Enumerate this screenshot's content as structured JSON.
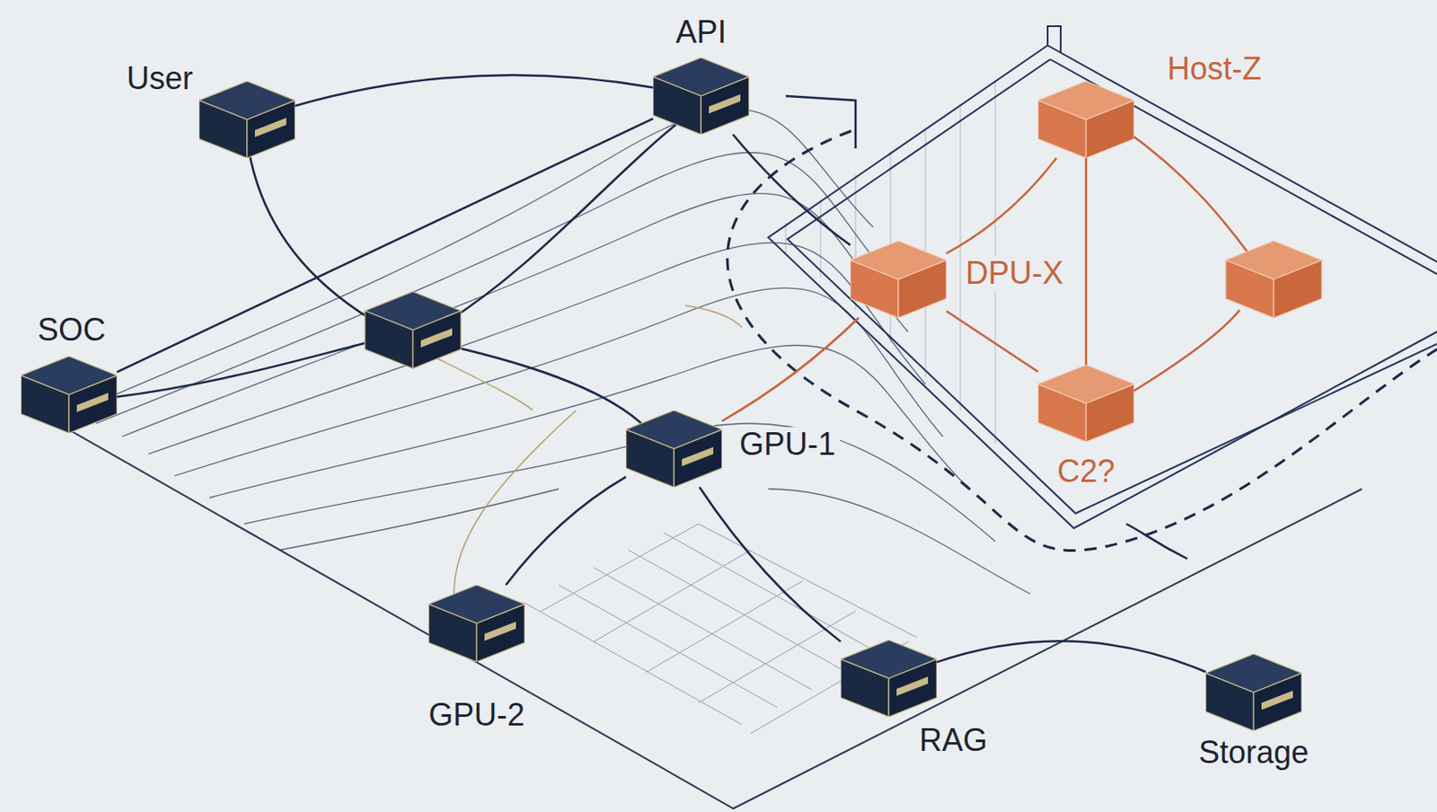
{
  "diagram": {
    "nodes": [
      {
        "text": [
          "User"
        ]
      },
      {
        "text": [
          "API"
        ]
      },
      {
        "text": [
          "Host-Z"
        ]
      },
      {
        "text": [
          "SOC"
        ]
      },
      {
        "text": [
          "DPU-X"
        ]
      },
      {
        "text": [
          "GPU-1"
        ]
      },
      {
        "text": [
          "C2?"
        ]
      },
      {
        "text": [
          "GPU-2"
        ]
      },
      {
        "text": [
          "RAG"
        ]
      },
      {
        "text": [
          "Storage"
        ]
      }
    ],
    "edges": [
      {
        "from": 0,
        "to": 1,
        "arrow": "none"
      },
      {
        "from": 3,
        "to": 1,
        "arrow": "none"
      },
      {
        "from": 1,
        "to": 4,
        "arrow": "none"
      },
      {
        "from": 5,
        "to": 7,
        "arrow": "none"
      },
      {
        "from": 5,
        "to": 8,
        "arrow": "none"
      },
      {
        "from": 8,
        "to": 9,
        "arrow": "none"
      },
      {
        "from": 5,
        "to": 4,
        "arrow": "none"
      },
      {
        "from": 2,
        "to": 4,
        "arrow": "none"
      },
      {
        "from": 2,
        "to": 6,
        "arrow": "none"
      },
      {
        "from": 4,
        "to": 6,
        "arrow": "none"
      }
    ]
  }
}
